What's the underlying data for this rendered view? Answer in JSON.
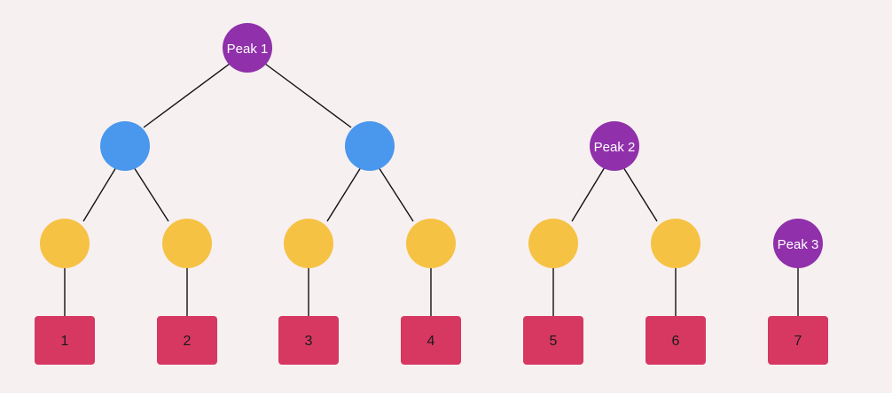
{
  "colors": {
    "background": "#f7f0f1",
    "peak": "#9030aa",
    "internal": "#4a97ee",
    "middle": "#f6c244",
    "leaf": "#d63862",
    "edge": "#111111"
  },
  "diagram": {
    "peaks": [
      {
        "id": "peak1",
        "label": "Peak 1"
      },
      {
        "id": "peak2",
        "label": "Peak 2"
      },
      {
        "id": "peak3",
        "label": "Peak 3"
      }
    ],
    "leaves": [
      {
        "id": "leaf1",
        "label": "1"
      },
      {
        "id": "leaf2",
        "label": "2"
      },
      {
        "id": "leaf3",
        "label": "3"
      },
      {
        "id": "leaf4",
        "label": "4"
      },
      {
        "id": "leaf5",
        "label": "5"
      },
      {
        "id": "leaf6",
        "label": "6"
      },
      {
        "id": "leaf7",
        "label": "7"
      }
    ]
  }
}
